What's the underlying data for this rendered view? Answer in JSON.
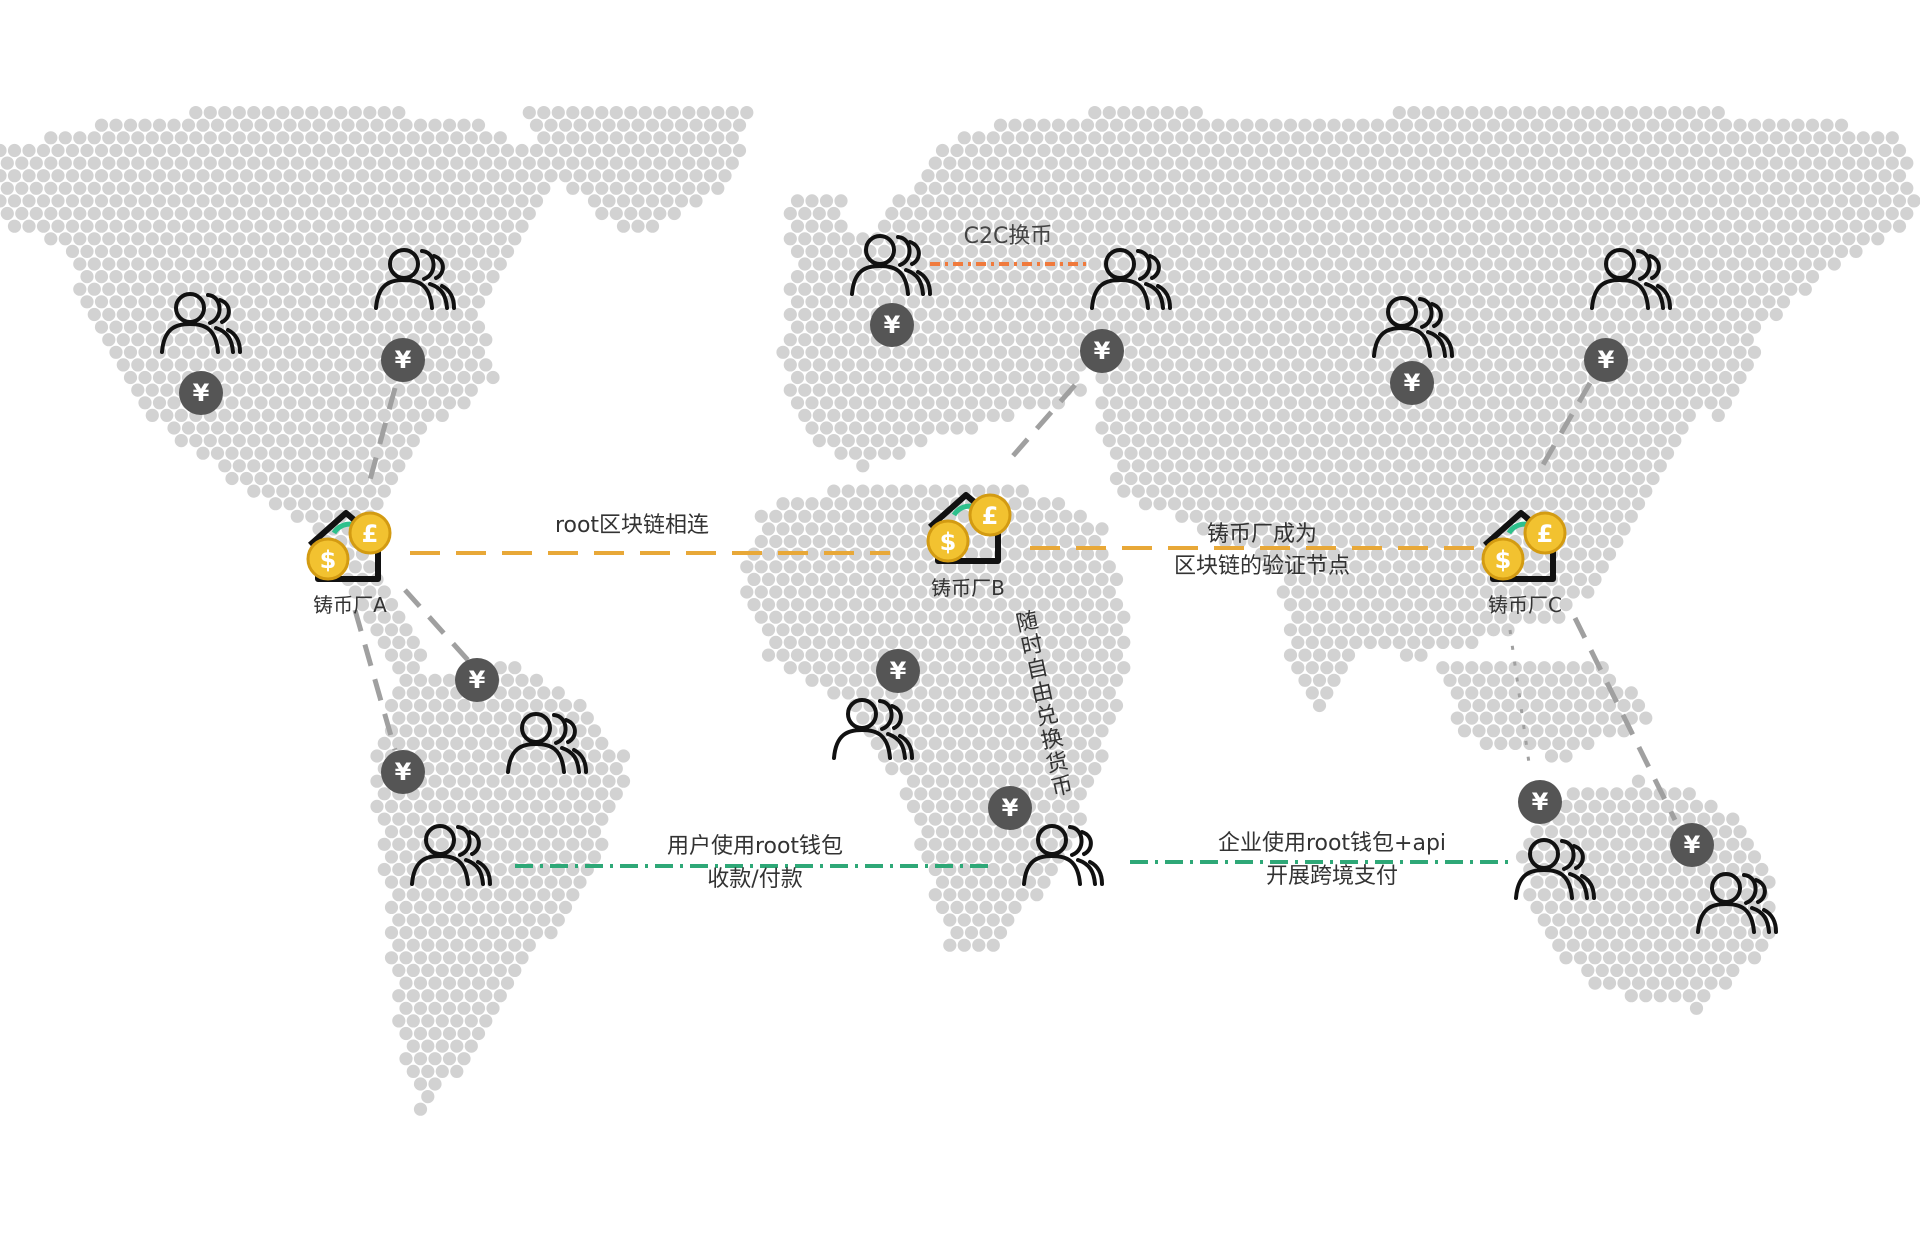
{
  "labels": {
    "root_link": "root区块链相连",
    "c2c": "C2C换币",
    "validator_line1": "铸币厂成为",
    "validator_line2": "区块链的验证节点",
    "free_exchange": "随时自由兑换货币",
    "user_wallet_line1": "用户使用root钱包",
    "user_wallet_line2": "收款/付款",
    "enterprise_line1": "企业使用root钱包+api",
    "enterprise_line2": "开展跨境支付"
  },
  "mints": [
    {
      "id": "mint-a",
      "label": "铸币厂A"
    },
    {
      "id": "mint-b",
      "label": "铸币厂B"
    },
    {
      "id": "mint-c",
      "label": "铸币厂C"
    }
  ],
  "currency_symbol": "¥",
  "colors": {
    "map_dot": "#d2d2d2",
    "coin_badge": "#555555",
    "root_line": "#e8a838",
    "c2c_line": "#f07a3c",
    "payment_line": "#2ea877",
    "grey_line": "#a0a0a0",
    "gold": "#f2c230",
    "green_arrow": "#2ec08c"
  },
  "icons": {
    "user_group": "users-icon",
    "currency": "yen-badge-icon",
    "mint": "mint-house-icon"
  }
}
